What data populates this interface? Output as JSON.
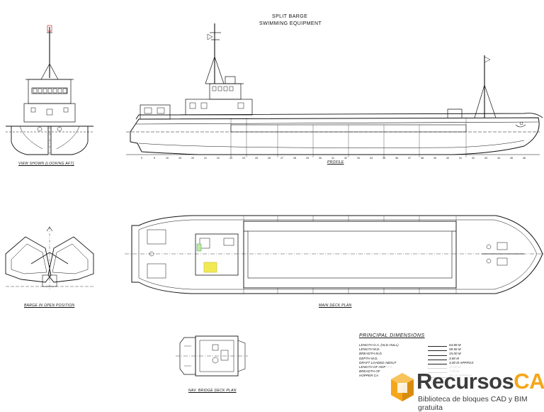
{
  "header": {
    "title": "SPLIT BARGE",
    "subtitle": "SWIMMING EQUIPMENT"
  },
  "views": {
    "aft_view": "VIEW SHOWN (LOOKING AFT)",
    "profile": "PROFILE",
    "open_position": "BARGE IN OPEN POSITION",
    "main_deck": "MAIN DECK PLAN",
    "bridge_deck": "NAV. BRIDGE DECK PLAN"
  },
  "dimensions": {
    "title": "PRINCIPAL DIMENSIONS",
    "rows": [
      {
        "label": "LENGTH O.A. (HLD HULL)",
        "value": "64.88 M"
      },
      {
        "label": "LENGTH M.D.",
        "value": "59.96 M"
      },
      {
        "label": "BREADTH M.D.",
        "value": "15.00 M"
      },
      {
        "label": "DEPTH M.D.",
        "value": "3.80 M"
      },
      {
        "label": "DRAFT LOADED ABOUT",
        "value": "3.00 M APPROX."
      },
      {
        "label": "LENGTH OF HOPPER",
        "value": "37.00 M"
      },
      {
        "label": "BREADTH OF",
        "value": "7.00 M"
      },
      {
        "label": "HOPPER CA",
        "value": "5X 15 APPROX."
      }
    ]
  },
  "brand": {
    "name_dark": "Recursos",
    "name_accent": "CAD",
    "tagline": "Biblioteca de bloques CAD y BIM gratuita",
    "accent_color": "#f5a61a",
    "dark_color": "#3c3c3c"
  },
  "frame_numbers": [
    "0",
    "5",
    "10",
    "15",
    "20",
    "21",
    "22",
    "23",
    "24",
    "25",
    "26",
    "27",
    "28",
    "29",
    "30",
    "31",
    "32",
    "33",
    "34",
    "35",
    "36",
    "37",
    "38",
    "39",
    "40",
    "41",
    "42",
    "43",
    "44",
    "45",
    "46"
  ]
}
